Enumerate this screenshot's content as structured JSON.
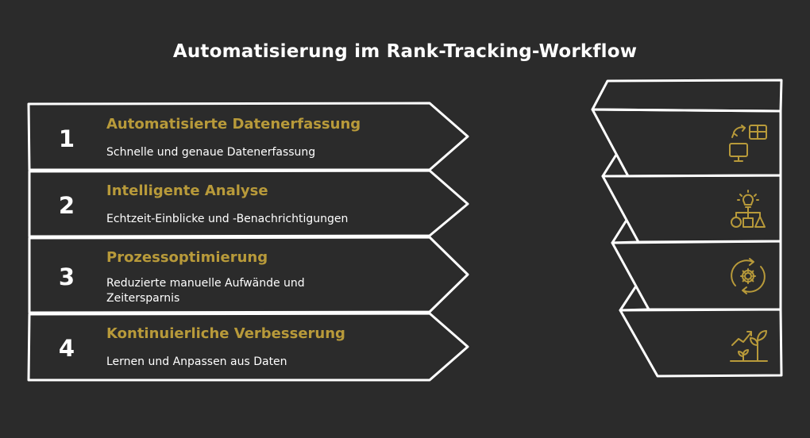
{
  "title": "Automatisierung im Rank-Tracking-Workflow",
  "colors": {
    "background": "#2b2b2b",
    "outline": "#ffffff",
    "accent": "#b89a3a",
    "text": "#ffffff"
  },
  "steps": [
    {
      "number": "1",
      "title": "Automatisierte Datenerfassung",
      "description": "Schnelle und genaue Datenerfassung",
      "icon": "data-sync-icon"
    },
    {
      "number": "2",
      "title": "Intelligente Analyse",
      "description": "Echtzeit-Einblicke und -Benachrichtigungen",
      "icon": "idea-structure-icon"
    },
    {
      "number": "3",
      "title": "Prozessoptimierung",
      "description": "Reduzierte manuelle Aufwände und Zeitersparnis",
      "icon": "gear-cycle-icon"
    },
    {
      "number": "4",
      "title": "Kontinuierliche Verbesserung",
      "description": "Lernen und Anpassen aus Daten",
      "icon": "growth-plant-icon"
    }
  ]
}
